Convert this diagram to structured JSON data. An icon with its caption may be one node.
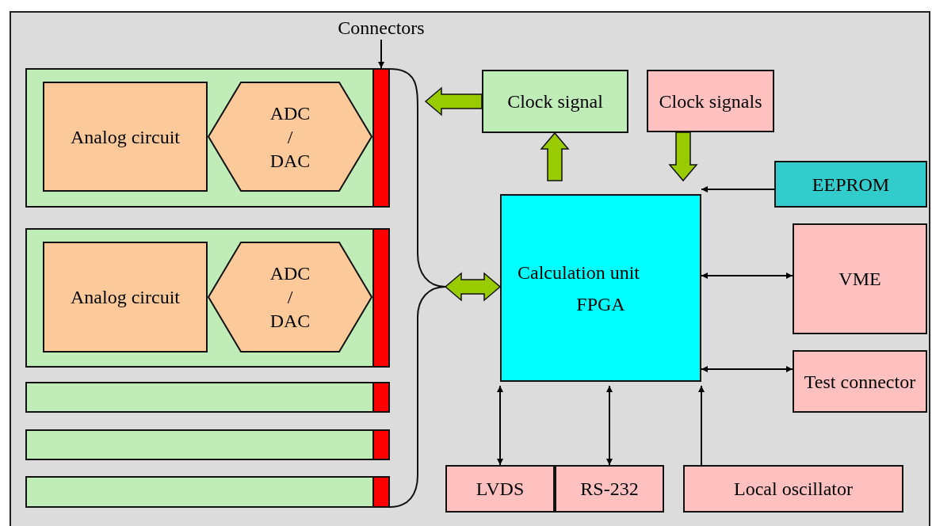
{
  "diagram": {
    "nodes": [
      {
        "text": [],
        "shape": "box"
      },
      {
        "text": [
          "Analog circuit"
        ],
        "in": 0
      },
      {
        "text": [
          "ADC / DAC"
        ],
        "in": 0
      },
      {
        "text": [],
        "shape": "bar",
        "in": 0
      },
      {
        "text": [],
        "shape": "box"
      },
      {
        "text": [
          "Analog circuit"
        ],
        "in": 4
      },
      {
        "text": [
          "ADC / DAC"
        ],
        "in": 4
      },
      {
        "text": [],
        "shape": "bar",
        "in": 4
      },
      {
        "text": [],
        "shape": "box"
      },
      {
        "text": [],
        "shape": "bar",
        "in": 8
      },
      {
        "text": [],
        "shape": "box"
      },
      {
        "text": [],
        "shape": "bar",
        "in": 10
      },
      {
        "text": [],
        "shape": "box"
      },
      {
        "text": [],
        "shape": "bar",
        "in": 12
      },
      {
        "text": [
          "Connectors"
        ]
      },
      {
        "text": [
          "Clock signal"
        ]
      },
      {
        "text": [
          "Clock signals"
        ]
      },
      {
        "text": [
          "EEPROM"
        ]
      },
      {
        "text": [
          "Calculation unit",
          "FPGA"
        ]
      },
      {
        "text": [
          "VME"
        ]
      },
      {
        "text": [
          "Test connector"
        ]
      },
      {
        "text": [
          "LVDS"
        ]
      },
      {
        "text": [
          "RS-232"
        ]
      },
      {
        "text": [
          "Local oscillator"
        ]
      },
      {
        "text": [],
        "shape": "line"
      }
    ],
    "edges": [
      {
        "from": 14,
        "to": 3,
        "arrow": "to"
      },
      {
        "from": 24,
        "to": 18,
        "arrow": "both",
        "style": "thick",
        "color": "#99cc00"
      },
      {
        "from": 15,
        "to": null,
        "arrow": "to",
        "style": "thick",
        "color": "#99cc00"
      },
      {
        "from": 18,
        "to": 15,
        "arrow": "to",
        "style": "thick",
        "color": "#99cc00"
      },
      {
        "from": 16,
        "to": 18,
        "arrow": "to",
        "style": "thick",
        "color": "#99cc00"
      },
      {
        "from": 17,
        "to": 18,
        "arrow": "to"
      },
      {
        "from": 18,
        "to": 19,
        "arrow": "both"
      },
      {
        "from": 18,
        "to": 20,
        "arrow": "both"
      },
      {
        "from": 18,
        "to": 21,
        "arrow": "both"
      },
      {
        "from": 18,
        "to": 22,
        "arrow": "both"
      },
      {
        "from": 23,
        "to": 18,
        "arrow": "to"
      }
    ]
  }
}
